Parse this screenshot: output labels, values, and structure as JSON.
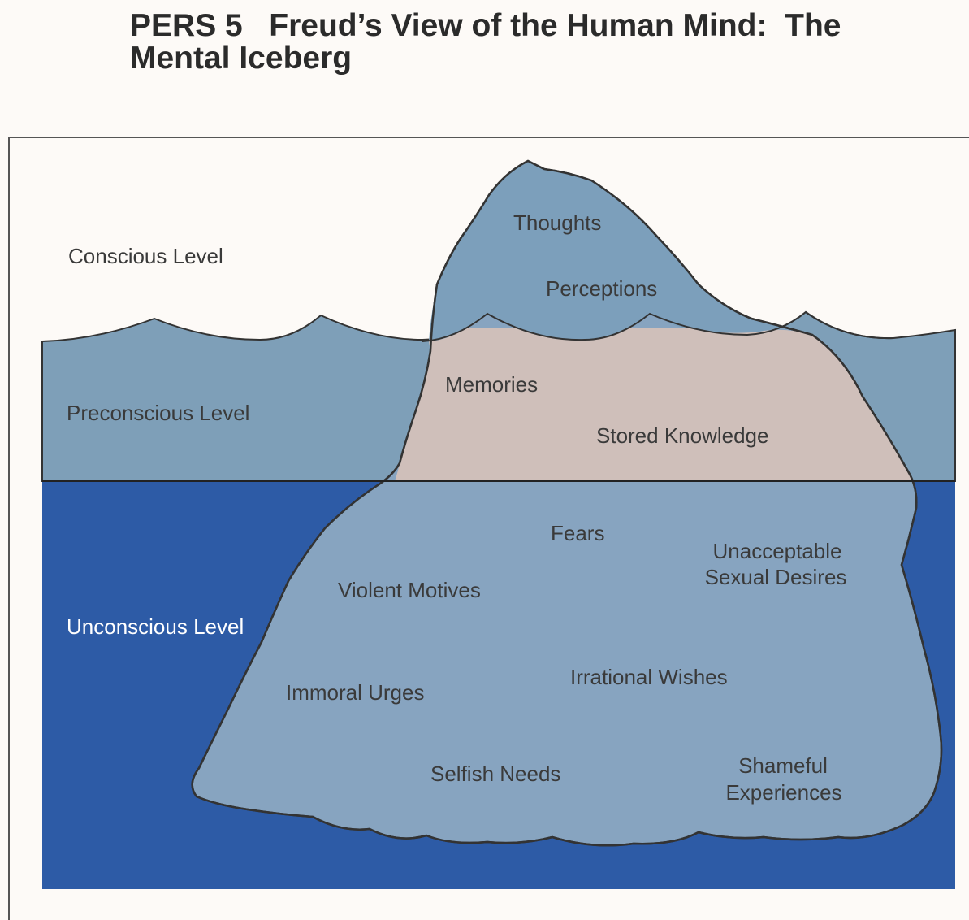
{
  "title": {
    "code": "PERS 5",
    "line1_rest": "Freud’s View of the Human Mind:  The",
    "line2": "Mental Iceberg"
  },
  "levels": {
    "conscious": "Conscious Level",
    "preconscious": "Preconscious Level",
    "unconscious": "Unconscious Level"
  },
  "conscious_items": {
    "thoughts": "Thoughts",
    "perceptions": "Perceptions"
  },
  "preconscious_items": {
    "memories": "Memories",
    "stored_knowledge": "Stored Knowledge"
  },
  "unconscious_items": {
    "fears": "Fears",
    "unacceptable_1": "Unacceptable",
    "unacceptable_2": "Sexual Desires",
    "violent_motives": "Violent Motives",
    "irrational_wishes": "Irrational Wishes",
    "immoral_urges": "Immoral Urges",
    "selfish_needs": "Selfish Needs",
    "shameful_1": "Shameful",
    "shameful_2": "Experiences"
  },
  "colors": {
    "background": "#fdfaf7",
    "surface_water": "#7e9fb8",
    "deep_water": "#2d5ba6",
    "iceberg_upper": "#7c9fbb",
    "iceberg_lower": "#87a4c0",
    "preconscious_band": "#cfbfba",
    "outline": "#333333",
    "label_dark": "#3a3a3a",
    "label_light": "#ffffff"
  }
}
